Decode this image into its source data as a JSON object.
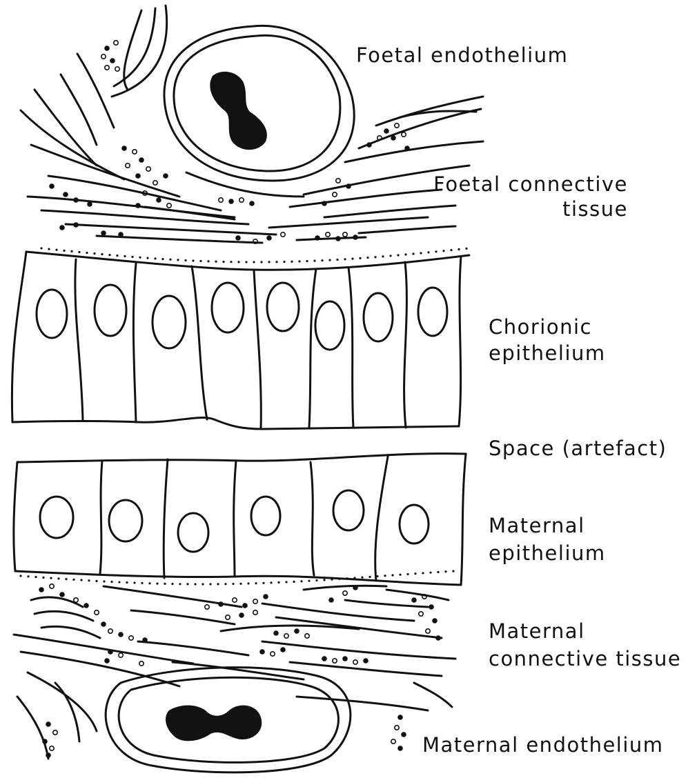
{
  "diagram": {
    "labels": {
      "foetal_endothelium": "Foetal endothelium",
      "foetal_connective_line1": "Foetal connective",
      "foetal_connective_line2": "tissue",
      "chorionic_line1": "Chorionic",
      "chorionic_line2": "epithelium",
      "space": "Space (artefact)",
      "maternal_epithelium_line1": "Maternal",
      "maternal_epithelium_line2": "epithelium",
      "maternal_connective_line1": "Maternal",
      "maternal_connective_line2": "connective tissue",
      "maternal_endothelium": "Maternal endothelium"
    },
    "colors": {
      "ink": "#111111",
      "paper": "#ffffff"
    }
  }
}
